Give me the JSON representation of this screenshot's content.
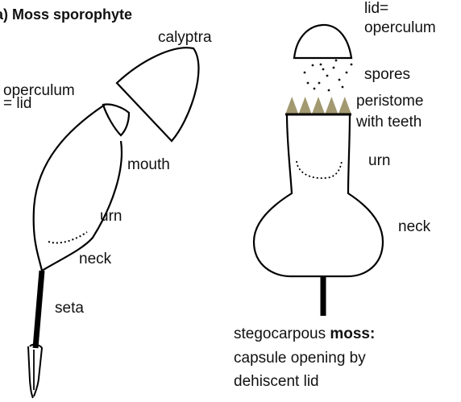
{
  "title": "a) Moss sporophyte",
  "labels": {
    "calyptra": "calyptra",
    "operculum_lid_line1": "operculum",
    "operculum_lid_line2": "= lid",
    "mouth": "mouth",
    "urn_left": "urn",
    "neck_left": "neck",
    "seta": "seta",
    "lid_line1": "lid=",
    "lid_line2": "operculum",
    "spores": "spores",
    "peristome_line1": "peristome",
    "peristome_line2": "with teeth",
    "urn_right": "urn",
    "neck_right": "neck"
  },
  "caption": {
    "line1_normal": "stegocarpous ",
    "line1_bold": "moss:",
    "line2": "capsule opening by",
    "line3": "dehiscent lid"
  },
  "colors": {
    "outline": "#000000",
    "peristome_teeth": "#a39970",
    "spores": "#111111"
  }
}
